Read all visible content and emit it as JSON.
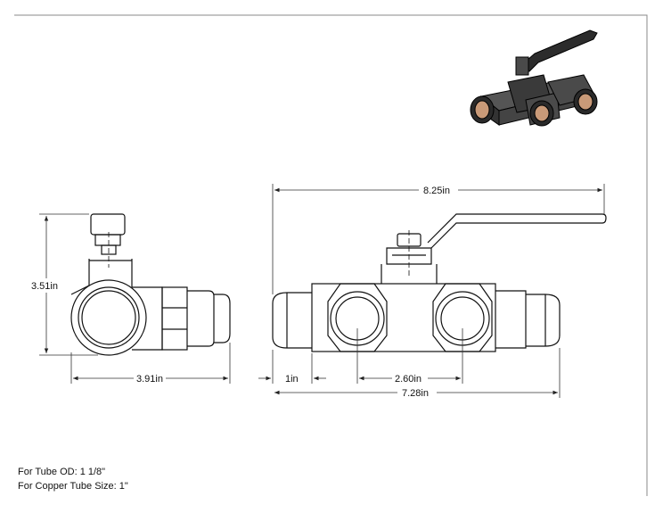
{
  "dimensions": {
    "side_height": "3.51in",
    "side_width": "3.91in",
    "overall_length": "8.25in",
    "end_offset": "1in",
    "port_spacing": "2.60in",
    "body_length": "7.28in"
  },
  "notes": {
    "tube_od": "For Tube OD: 1 1/8\"",
    "copper_size": "For Copper Tube Size: 1\""
  },
  "colors": {
    "line": "#111111",
    "dimension": "#333333",
    "render_body": "#3d3d3d",
    "render_port": "#c99a78"
  },
  "icons": {
    "render": "valve-3d-render"
  }
}
